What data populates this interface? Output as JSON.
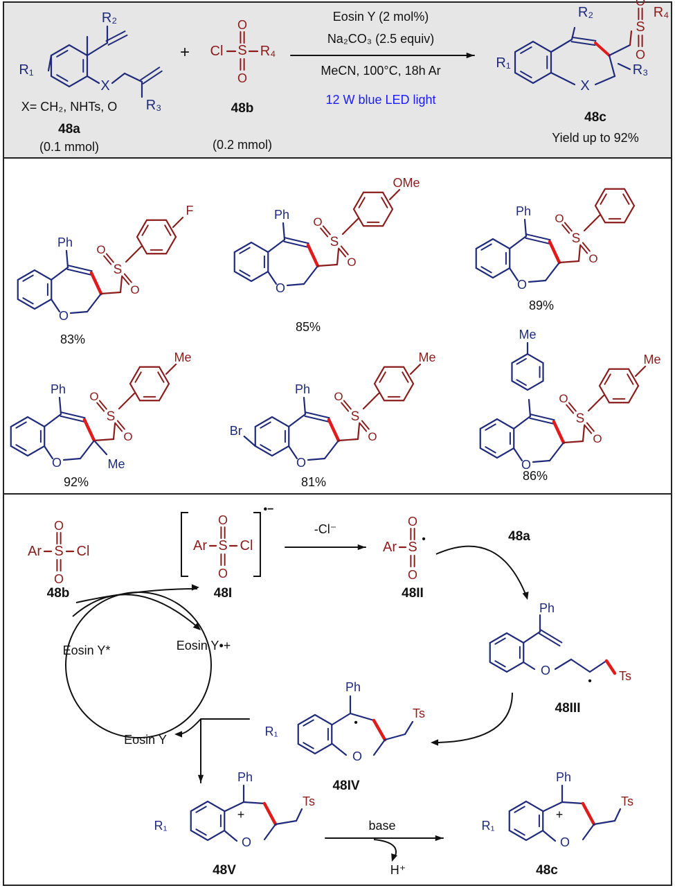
{
  "colors": {
    "navy": "#1f2a7a",
    "maroon": "#8b1c1c",
    "red": "#e01b1b",
    "blue_text": "#1a1aff",
    "black": "#111111",
    "panel_top_bg": "#e6e6e6",
    "panel_border": "#222222"
  },
  "reaction": {
    "reactant1_label": "48a",
    "reactant1_amount": "(0.1 mmol)",
    "reactant1_x_note": "X= CH₂, NHTs, O",
    "plus": "+",
    "reactant2_label": "48b",
    "reactant2_amount": "(0.2 mmol)",
    "conditions": [
      "Eosin Y (2 mol%)",
      "Na₂CO₃ (2.5 equiv)",
      "MeCN, 100°C, 18h Ar",
      "12 W blue LED light"
    ],
    "product_label": "48c",
    "product_yield": "Yield up to 92%",
    "atoms": {
      "R1": "R₁",
      "R2": "R₂",
      "R3": "R₃",
      "R4": "R₄",
      "X": "X",
      "Cl": "Cl",
      "S": "S",
      "O": "O"
    }
  },
  "scope": {
    "yields": [
      "83%",
      "85%",
      "89%",
      "92%",
      "81%",
      "86%"
    ],
    "substituents": {
      "F": "F",
      "OMe": "OMe",
      "Me": "Me",
      "Ph": "Ph",
      "Br": "Br",
      "O": "O",
      "S": "S"
    }
  },
  "mechanism": {
    "labels": [
      "48b",
      "48I",
      "48II",
      "48III",
      "48IV",
      "48V",
      "48c",
      "48a"
    ],
    "texts": {
      "Ar": "Ar",
      "S": "S",
      "Cl": "Cl",
      "O": "O",
      "Ts": "Ts",
      "Ph": "Ph",
      "R1": "R₁",
      "minus_cl": "-Cl⁻",
      "radical_anion": "•−",
      "eosin_star": "Eosin Y*",
      "eosin_cation": "Eosin Y•+",
      "eosin": "Eosin Y",
      "base": "base",
      "h_plus": "H⁺",
      "plus": "+",
      "dot": "•"
    }
  }
}
